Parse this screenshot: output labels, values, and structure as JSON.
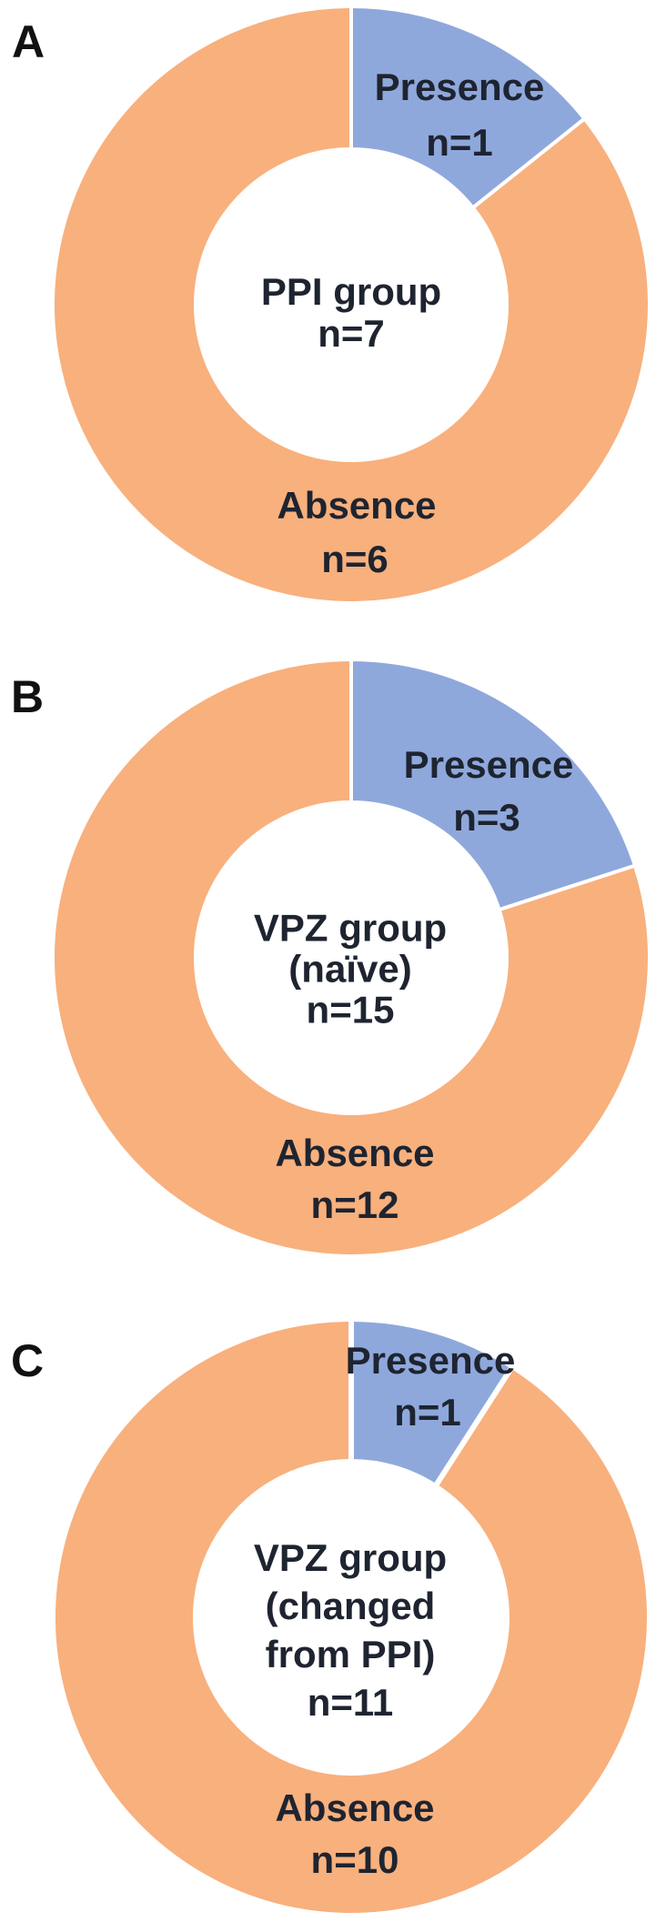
{
  "palette": {
    "presence": "#8FA8DC",
    "absence": "#F8B07D",
    "divider": "#FFFFFF",
    "label_text": "#1E2430",
    "panel_letter": "#111111"
  },
  "chart_data": [
    {
      "type": "donut",
      "panel": "A",
      "group_label": "PPI group",
      "total": 7,
      "center_text": "PPI group\nn=7",
      "legend_position": "on-slice",
      "slices": [
        {
          "key": "presence",
          "label": "Presence",
          "n": 1,
          "n_label": "n=1"
        },
        {
          "key": "absence",
          "label": "Absence",
          "n": 6,
          "n_label": "n=6"
        }
      ]
    },
    {
      "type": "donut",
      "panel": "B",
      "group_label": "VPZ group (naïve)",
      "total": 15,
      "center_text": "VPZ group\n(naïve)\nn=15",
      "legend_position": "on-slice",
      "slices": [
        {
          "key": "presence",
          "label": "Presence",
          "n": 3,
          "n_label": "n=3"
        },
        {
          "key": "absence",
          "label": "Absence",
          "n": 12,
          "n_label": "n=12"
        }
      ]
    },
    {
      "type": "donut",
      "panel": "C",
      "group_label": "VPZ group (changed from PPI)",
      "total": 11,
      "center_text": "VPZ group\n(changed\nfrom PPI)\nn=11",
      "legend_position": "on-slice",
      "slices": [
        {
          "key": "presence",
          "label": "Presence",
          "n": 1,
          "n_label": "n=1"
        },
        {
          "key": "absence",
          "label": "Absence",
          "n": 10,
          "n_label": "n=10"
        }
      ]
    }
  ]
}
